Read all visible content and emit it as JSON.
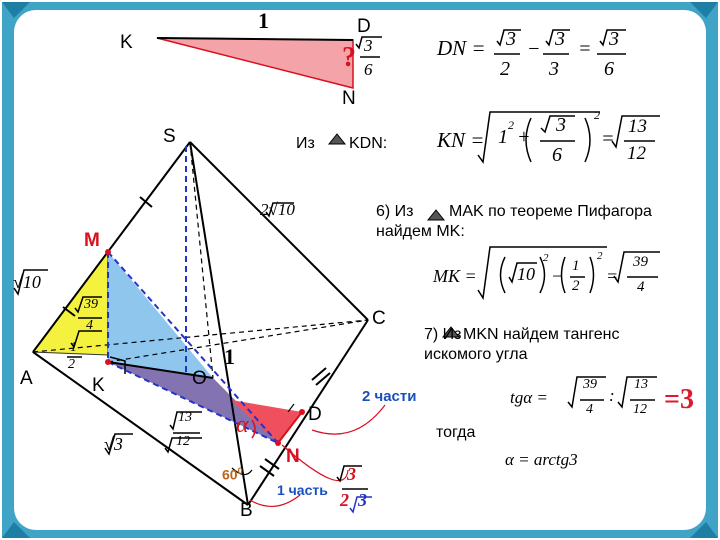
{
  "colors": {
    "frame": "#3fa4c6",
    "frame_border": "#1f7ea3",
    "triangle_pink": "#f4a3a8",
    "triangle_red": "#f0505e",
    "plane_blue": "#8fc6ee",
    "plane_yellow": "#f5f23f",
    "plane_purple": "#7664a8",
    "accent_red": "#d9101f",
    "accent_blue": "#1a4fbf",
    "dashed_blue": "#2333c8",
    "orange_text": "#b9651a"
  },
  "labels": {
    "K_top": "K",
    "D_top": "D",
    "N_top": "N",
    "one_top": "1",
    "q_mark": "?",
    "S": "S",
    "M": "M",
    "A": "A",
    "K": "K",
    "O": "O",
    "C": "C",
    "D": "D",
    "N": "N",
    "B": "B",
    "one_mid": "1",
    "alpha": "α",
    "sixty": "60",
    "deg": "0"
  },
  "text": {
    "from_kdn": "Из",
    "from_kdn_tri": "KDN:",
    "step6_a": "6) Из",
    "step6_b": "MAK  по теореме Пифагора",
    "step6_c": "найдем MK:",
    "step7_a": "7) Из",
    "step7_b": "MKN  найдем тангенс",
    "step7_c": "искомого угла",
    "two_parts": "2 части",
    "one_part": "1 часть",
    "then": "тогда",
    "result": "=3"
  },
  "formulas": {
    "dn_lhs": "DN =",
    "kn_lhs": "KN =",
    "mk_lhs": "MK =",
    "tg_lhs": "tgα =",
    "alpha_eq": "α = arctg3",
    "root10_top": "2√10",
    "root10_left": "√10",
    "root3": "√3",
    "eq": "=",
    "minus": "−",
    "colon": ":",
    "n1": "1",
    "n2": "2",
    "n3": "3",
    "n4": "4",
    "n6": "6",
    "n12": "12",
    "n13": "13",
    "n39": "39",
    "sq": "2"
  }
}
